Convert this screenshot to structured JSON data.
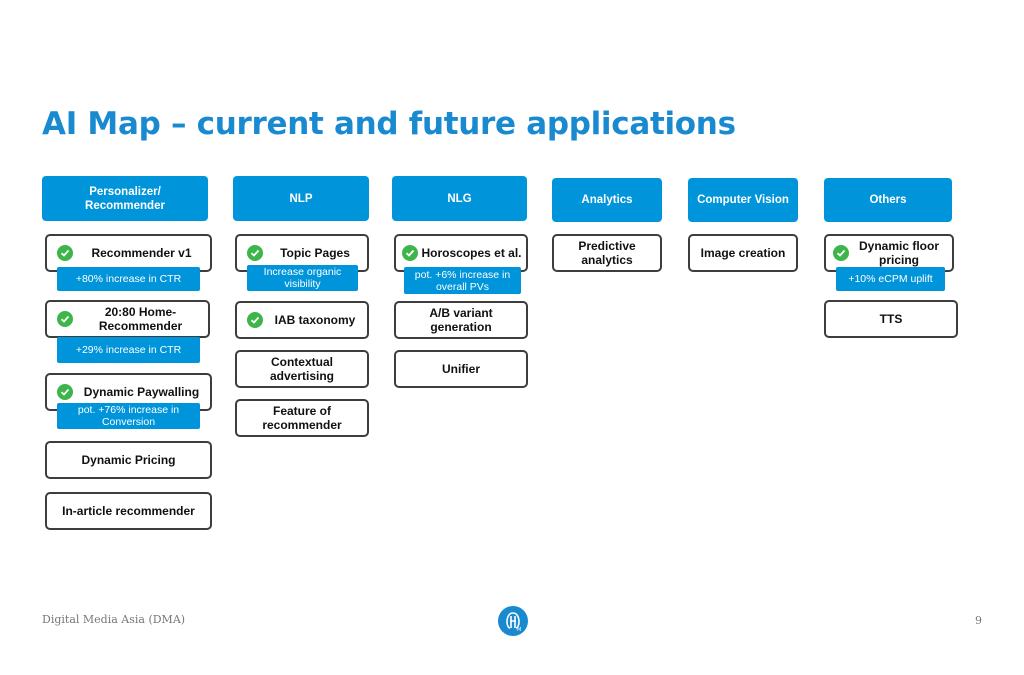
{
  "title": "AI Map – current and future applications",
  "footer": {
    "company": "Digital Media Asia (DMA)",
    "page_number": "9"
  },
  "colors": {
    "accent": "#0095da",
    "title": "#1a8ad0",
    "check": "#3eb54a",
    "border": "#3d3d3d"
  },
  "columns": [
    {
      "header": "Personalizer/ Recommender",
      "items": [
        {
          "label": "Recommender v1",
          "done": true,
          "note": "+80% increase in CTR"
        },
        {
          "label": "20:80 Home-Recommender",
          "done": true,
          "note": "+29% increase in CTR"
        },
        {
          "label": "Dynamic Paywalling",
          "done": true,
          "note": "pot. +76% increase in Conversion"
        },
        {
          "label": "Dynamic Pricing",
          "done": false
        },
        {
          "label": "In-article recommender",
          "done": false
        }
      ]
    },
    {
      "header": "NLP",
      "items": [
        {
          "label": "Topic Pages",
          "done": true,
          "note": "Increase organic visibility"
        },
        {
          "label": "IAB taxonomy",
          "done": true
        },
        {
          "label": "Contextual advertising",
          "done": false
        },
        {
          "label": "Feature of recommender",
          "done": false
        }
      ]
    },
    {
      "header": "NLG",
      "items": [
        {
          "label": "Horoscopes et al.",
          "done": true,
          "note": "pot. +6% increase in overall PVs"
        },
        {
          "label": "A/B variant generation",
          "done": false
        },
        {
          "label": "Unifier",
          "done": false
        }
      ]
    },
    {
      "header": "Analytics",
      "items": [
        {
          "label": "Predictive analytics",
          "done": false
        }
      ]
    },
    {
      "header": "Computer Vision",
      "items": [
        {
          "label": "Image creation",
          "done": false
        }
      ]
    },
    {
      "header": "Others",
      "items": [
        {
          "label": "Dynamic floor pricing",
          "done": true,
          "note": "+10% eCPM uplift"
        },
        {
          "label": "TTS",
          "done": false
        }
      ]
    }
  ]
}
